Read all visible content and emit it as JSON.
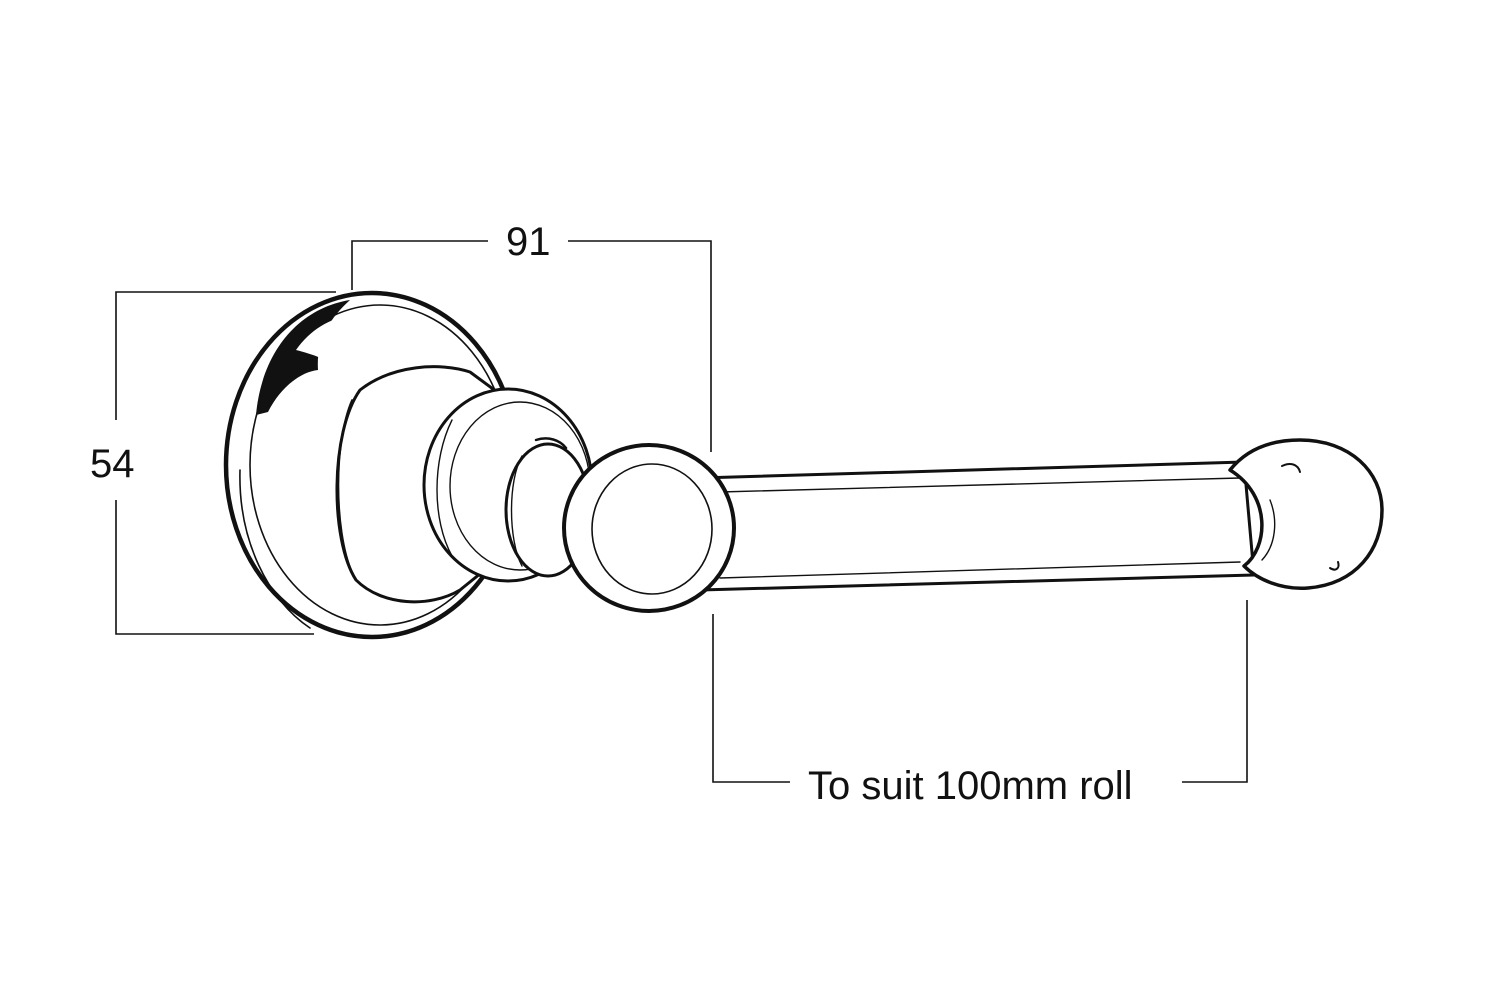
{
  "drawing": {
    "line_color": "#111111",
    "background": "#ffffff"
  },
  "dimensions": {
    "width": "91",
    "height": "54",
    "roll": "To suit 100mm roll"
  }
}
